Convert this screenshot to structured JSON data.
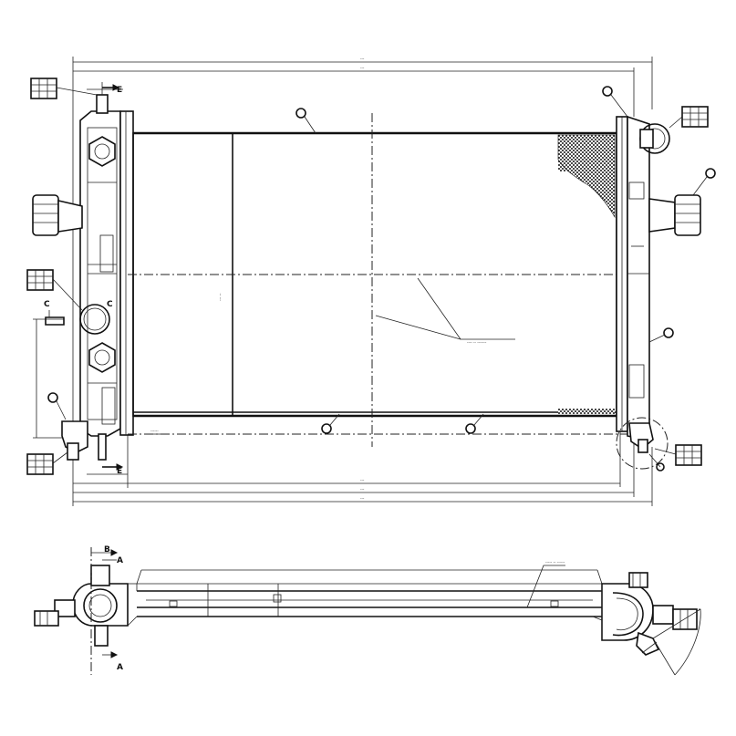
{
  "drawing": {
    "section_labels": {
      "a": "A",
      "b": "B",
      "c": "C",
      "e": "E"
    },
    "front_view": "radiator-front-view",
    "top_view": "radiator-top-view"
  }
}
